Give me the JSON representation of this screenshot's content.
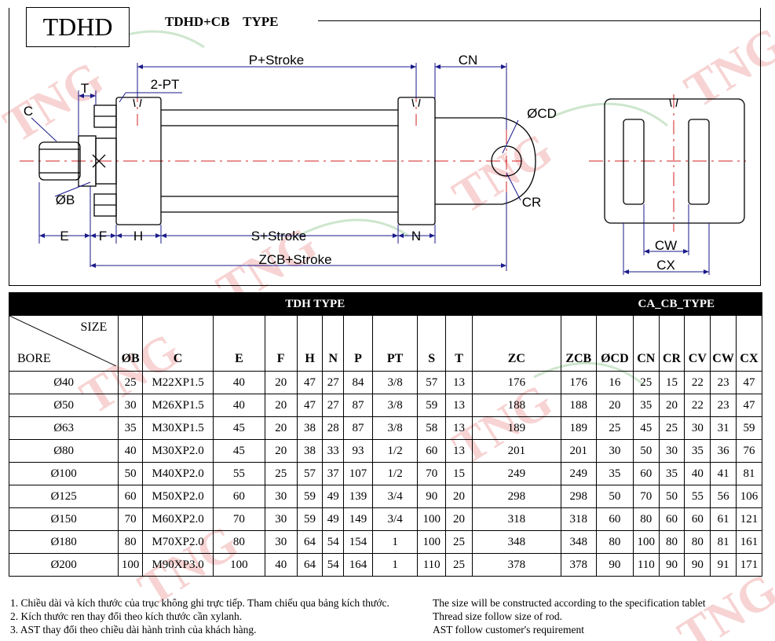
{
  "header": {
    "label": "TDHD",
    "title": "TDHD+CB    TYPE"
  },
  "watermark": {
    "text": "TNG",
    "registered": "®",
    "color": "#f2b8b8"
  },
  "drawing": {
    "labels": {
      "p_stroke": "P+Stroke",
      "cn": "CN",
      "t": "T",
      "two_pt": "2-PT",
      "c": "C",
      "ocd": "ØCD",
      "ob": "ØB",
      "cr": "CR",
      "e": "E",
      "f": "F",
      "h": "H",
      "s_stroke": "S+Stroke",
      "n": "N",
      "zcb_stroke": "ZCB+Stroke",
      "cw": "CW",
      "cx": "CX"
    },
    "colors": {
      "centerline": "#d02020",
      "outline": "#000000",
      "dimension": "#1a1a8a"
    }
  },
  "table": {
    "tdh_title": "TDH TYPE",
    "ca_cb_title": "CA_CB_TYPE",
    "corner_size": "SIZE",
    "corner_bore": "BORE",
    "columns": [
      "ØB",
      "C",
      "E",
      "F",
      "H",
      "N",
      "P",
      "PT",
      "S",
      "T",
      "ZC",
      "ZCB",
      "ØCD",
      "CN",
      "CR",
      "CV",
      "CW",
      "CX"
    ],
    "rows": [
      [
        "Ø40",
        "25",
        "M22XP1.5",
        "40",
        "20",
        "47",
        "27",
        "84",
        "3/8",
        "57",
        "13",
        "176",
        "176",
        "16",
        "25",
        "15",
        "22",
        "23",
        "47"
      ],
      [
        "Ø50",
        "30",
        "M26XP1.5",
        "40",
        "20",
        "47",
        "27",
        "87",
        "3/8",
        "59",
        "13",
        "188",
        "188",
        "20",
        "35",
        "20",
        "22",
        "23",
        "47"
      ],
      [
        "Ø63",
        "35",
        "M30XP1.5",
        "45",
        "20",
        "38",
        "28",
        "87",
        "3/8",
        "58",
        "13",
        "189",
        "189",
        "25",
        "45",
        "25",
        "30",
        "31",
        "59"
      ],
      [
        "Ø80",
        "40",
        "M30XP2.0",
        "45",
        "20",
        "38",
        "33",
        "93",
        "1/2",
        "60",
        "13",
        "201",
        "201",
        "30",
        "50",
        "30",
        "35",
        "36",
        "76"
      ],
      [
        "Ø100",
        "50",
        "M40XP2.0",
        "55",
        "25",
        "57",
        "37",
        "107",
        "1/2",
        "70",
        "15",
        "249",
        "249",
        "35",
        "60",
        "35",
        "40",
        "41",
        "81"
      ],
      [
        "Ø125",
        "60",
        "M50XP2.0",
        "60",
        "30",
        "59",
        "49",
        "139",
        "3/4",
        "90",
        "20",
        "298",
        "298",
        "50",
        "70",
        "50",
        "55",
        "56",
        "106"
      ],
      [
        "Ø150",
        "70",
        "M60XP2.0",
        "70",
        "30",
        "59",
        "49",
        "149",
        "3/4",
        "100",
        "20",
        "318",
        "318",
        "60",
        "80",
        "60",
        "60",
        "61",
        "121"
      ],
      [
        "Ø180",
        "80",
        "M70XP2.0",
        "80",
        "30",
        "64",
        "54",
        "154",
        "1",
        "100",
        "25",
        "348",
        "348",
        "80",
        "100",
        "80",
        "80",
        "81",
        "161"
      ],
      [
        "Ø200",
        "100",
        "M90XP3.0",
        "100",
        "40",
        "64",
        "54",
        "164",
        "1",
        "110",
        "25",
        "378",
        "378",
        "90",
        "110",
        "90",
        "90",
        "91",
        "171"
      ]
    ]
  },
  "notes": {
    "vi": [
      "1. Chiều dài và kích thước của trục không ghi trực tiếp. Tham chiếu qua bảng kích thước.",
      "2. Kích thước ren thay đổi theo kích thước cần xylanh.",
      "3. AST thay đổi theo chiều dài hành trình của khách hàng."
    ],
    "en": [
      "The size will be constructed according to the specification tablet",
      "Thread size follow size of rod.",
      "AST follow customer's requirement"
    ]
  }
}
